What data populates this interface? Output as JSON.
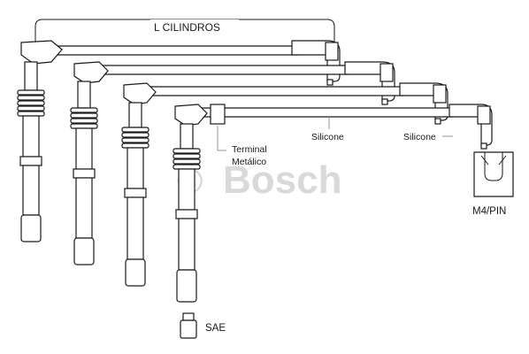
{
  "labels": {
    "title": "L  CILINDROS",
    "terminal_line1": "Terminal",
    "terminal_line2": "Metálico",
    "silicone_1": "Silicone",
    "silicone_2": "Silicone",
    "m4pin": "M4/PIN",
    "sae": "SAE"
  },
  "watermark": {
    "symbol": "©",
    "text": "Bosch"
  },
  "colors": {
    "line": "#1a1a1a",
    "watermark": "#d9d9d9",
    "leader": "#7a7a7a"
  }
}
